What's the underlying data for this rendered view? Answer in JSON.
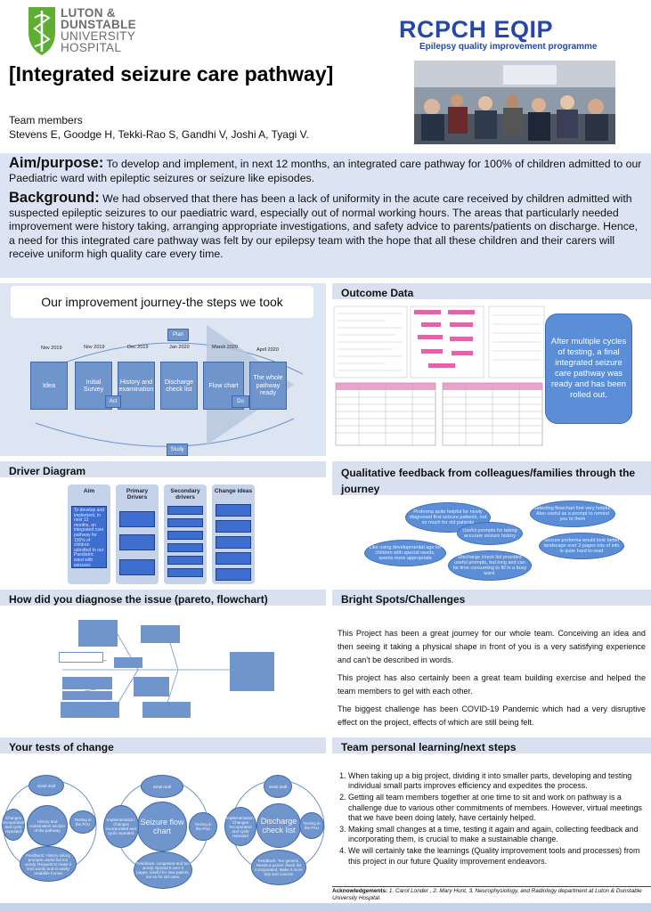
{
  "header": {
    "hospital": [
      "LUTON &",
      "DUNSTABLE",
      "UNIVERSITY",
      "HOSPITAL"
    ],
    "programme_logo": "RCPCH EQIP",
    "programme_subtitle": "Epilepsy quality improvement programme",
    "title": "[Integrated seizure care pathway]",
    "team_label": "Team members",
    "team_names": "Stevens E, Goodge H, Tekki-Rao S, Gandhi V, Joshi A, Tyagi V."
  },
  "aim": {
    "label": "Aim/purpose:",
    "text": " To develop and implement, in next 12 months, an integrated care pathway for 100% of children admitted to our Paediatric ward with epileptic seizures or seizure like episodes."
  },
  "background": {
    "label": "Background:",
    "text": " We had observed that there has been a lack of uniformity in the acute care received by children admitted with suspected epileptic seizures to our paediatric ward, especially out of normal working hours. The areas that particularly needed improvement were history taking, arranging appropriate investigations, and safety advice to parents/patients on discharge. Hence, a need for this integrated care pathway was felt by our epilepsy team with the hope that all these children and their carers will receive uniform high quality care every time."
  },
  "journey": {
    "title": "Our improvement journey-the steps we took",
    "dates": [
      "Nov 2019",
      "Nov 2019",
      "Dec 2019",
      "Jan 2020",
      "March 2020",
      "April 2020"
    ],
    "steps": [
      "Idea",
      "Initial Survey",
      "History and examination",
      "Discharge check list",
      "Flow chart",
      "The whole pathway ready"
    ],
    "pdsa": {
      "plan": "Plan",
      "do": "Do",
      "study": "Study",
      "act": "Act"
    }
  },
  "outcome": {
    "heading": "Outcome Data",
    "bubble": "After multiple cycles of testing, a final integrated seizure care pathway was ready and has been rolled out."
  },
  "driver": {
    "heading": "Driver Diagram",
    "columns": [
      "Aim",
      "Primary Drivers",
      "Secondary drivers",
      "Change ideas"
    ],
    "aim_text": "To develop and implement, in next 12 months, an integrated care pathway for 100% of children admitted to our Paediatric ward with seizures"
  },
  "qualitative": {
    "heading": "Qualitative feedback from colleagues/families through the journey",
    "comments": [
      "Proforma quite helpful for newly diagnosed first seizure patients, not so much for old patients",
      "Like using developmental age for children with special needs, seems more appropriate",
      "Useful prompts for taking accurate seizure history",
      "Selecting flowchart first very helpful. Also useful as a prompt to remind you to them",
      "Discharge check list provides useful prompts, but long and can be time consuming to fill in a busy ward.",
      "Seizure proforma would look better landscape over 2 pages lots of info is quite hard to read"
    ]
  },
  "diagnose": {
    "heading": "How did you diagnose the issue (pareto, flowchart)"
  },
  "bright": {
    "heading": "Bright Spots/Challenges",
    "paragraphs": [
      "This Project has been a great journey for our whole team. Conceiving an idea and then seeing it taking a physical shape in front of you is a very satisfying experience and can't be described in words.",
      "This project has also certainly been a great team building exercise and helped the team members to gel with each other.",
      "The biggest challenge has been COVID-19 Pandemic which had a very disruptive effect on the project, effects of which are still being felt."
    ]
  },
  "tests": {
    "heading": "Your tests of change",
    "cycle1": [
      "Initial draft",
      "History and examination section of the pathway",
      "Testing in the PAU",
      "Feedback: History taking prompts useful but too wordy. Request to make it less wordy and in easily readable format",
      "Changes incorporated and cycle repeated"
    ],
    "cycle2": [
      "Initial draft",
      "Seizure flow chart",
      "Testing in the PAU",
      "Feedback: congested and too wordy. Spread it over 2 pages. Useful for new patient, not so for old ones.",
      "Implementation: Changes incorporated and cycle repeated."
    ],
    "cycle3": [
      "Initial draft",
      "Discharge check list",
      "Testing in the PAU",
      "Feedback: Too generic. Needs a parent check list incorporated. Make it more tidy and concise",
      "Implementation: Changes incorporated and cycle repeated"
    ]
  },
  "learning": {
    "heading": "Team personal learning/next steps",
    "items": [
      "When taking up a big project, dividing it into smaller parts, developing and testing individual small parts improves efficiency and expedites the process.",
      "Getting all team members together at one time to sit and work on pathway is a challenge due to various other commitments of members. However, virtual meetings that we have been doing lately, have certainly helped.",
      "Making small changes at a time, testing it again and again, collecting feedback and incorporating them, is crucial to make a sustainable change.",
      "We will certainly take the learnings (Quality improvement tools and processes) from this project in our future Quality improvement endeavors."
    ]
  },
  "acknowledgements": {
    "label": "Acknowledgements:",
    "text": " 1. Carol Londer , 2. Mary Hunt, 3. Neurophysiology, and Radiology department at Luton & Dunstable University Hospital."
  }
}
